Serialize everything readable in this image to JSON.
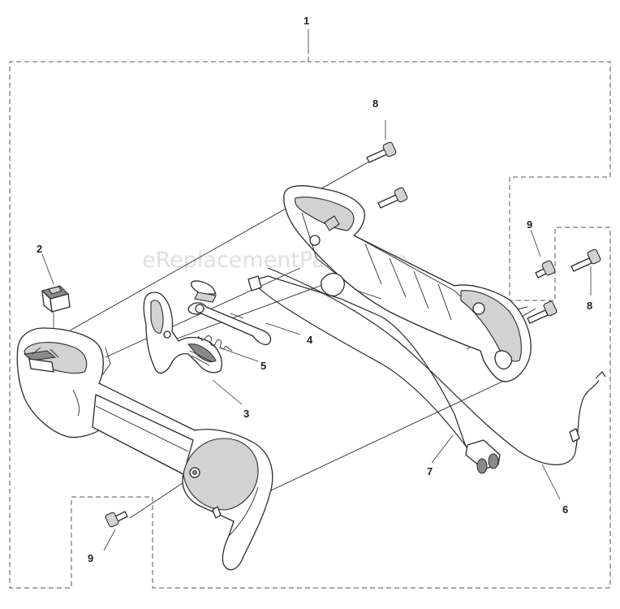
{
  "watermark": "eReplacementParts.com",
  "callouts": {
    "assembly": "1",
    "switch": "2",
    "throttle_trigger": "3",
    "lockout_lever": "4",
    "spring": "5",
    "throttle_cable": "6",
    "wire_harness": "7",
    "screw_top": "8",
    "screw_right": "8",
    "screw_right_top": "9",
    "screw_bottom": "9"
  }
}
